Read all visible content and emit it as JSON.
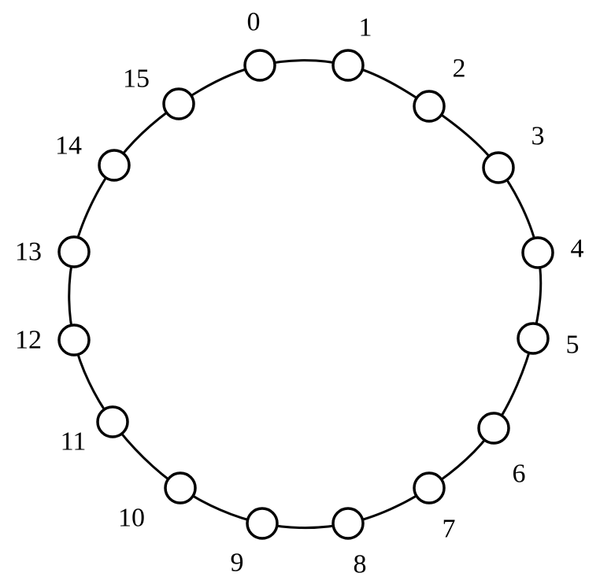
{
  "ring": {
    "node_count": 16,
    "nodes": [
      {
        "label": "0"
      },
      {
        "label": "1"
      },
      {
        "label": "2"
      },
      {
        "label": "3"
      },
      {
        "label": "4"
      },
      {
        "label": "5"
      },
      {
        "label": "6"
      },
      {
        "label": "7"
      },
      {
        "label": "8"
      },
      {
        "label": "9"
      },
      {
        "label": "10"
      },
      {
        "label": "11"
      },
      {
        "label": "12"
      },
      {
        "label": "13"
      },
      {
        "label": "14"
      },
      {
        "label": "15"
      }
    ]
  },
  "colors": {
    "stroke": "#000000",
    "node_fill": "#ffffff",
    "background": "#ffffff"
  }
}
